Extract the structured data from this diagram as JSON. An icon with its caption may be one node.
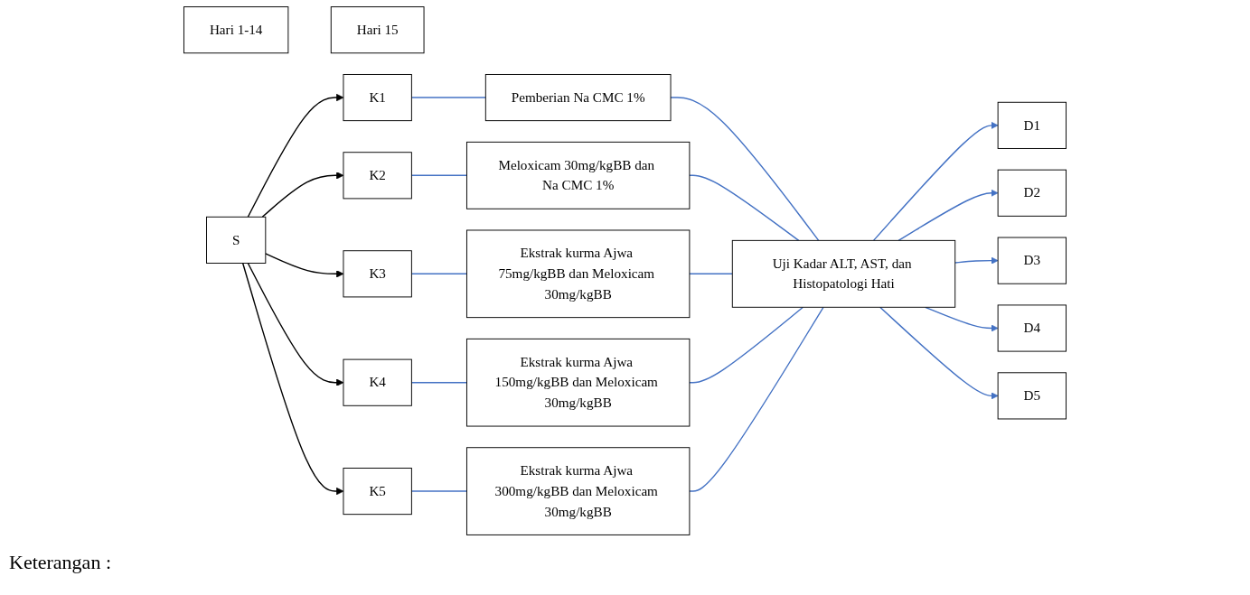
{
  "diagram": {
    "nodes": [
      {
        "text": [
          "Hari 1-14"
        ]
      },
      {
        "text": [
          "Hari 15"
        ]
      },
      {
        "text": [
          "S"
        ]
      },
      {
        "text": [
          "K1"
        ]
      },
      {
        "text": [
          "K2"
        ]
      },
      {
        "text": [
          "K3"
        ]
      },
      {
        "text": [
          "K4"
        ]
      },
      {
        "text": [
          "K5"
        ]
      },
      {
        "text": [
          "Pemberian Na CMC 1%"
        ]
      },
      {
        "text": [
          "Meloxicam 30mg/kgBB dan Na CMC 1%"
        ]
      },
      {
        "text": [
          "Ekstrak kurma Ajwa 75mg/kgBB dan Meloxicam 30mg/kgBB"
        ]
      },
      {
        "text": [
          "Ekstrak kurma Ajwa 150mg/kgBB dan Meloxicam 30mg/kgBB"
        ]
      },
      {
        "text": [
          "Ekstrak kurma Ajwa 300mg/kgBB dan Meloxicam 30mg/kgBB"
        ]
      },
      {
        "text": [
          "Uji Kadar ALT, AST, dan Histopatologi Hati"
        ]
      },
      {
        "text": [
          "D1"
        ]
      },
      {
        "text": [
          "D2"
        ]
      },
      {
        "text": [
          "D3"
        ]
      },
      {
        "text": [
          "D4"
        ]
      },
      {
        "text": [
          "D5"
        ]
      }
    ],
    "edges": [
      {
        "from": 2,
        "to": 3,
        "arrow": "to",
        "color": "#000000"
      },
      {
        "from": 2,
        "to": 4,
        "arrow": "to",
        "color": "#000000"
      },
      {
        "from": 2,
        "to": 5,
        "arrow": "to",
        "color": "#000000"
      },
      {
        "from": 2,
        "to": 6,
        "arrow": "to",
        "color": "#000000"
      },
      {
        "from": 2,
        "to": 7,
        "arrow": "to",
        "color": "#000000"
      },
      {
        "from": 3,
        "to": 8,
        "arrow": "none"
      },
      {
        "from": 4,
        "to": 9,
        "arrow": "none"
      },
      {
        "from": 5,
        "to": 10,
        "arrow": "none"
      },
      {
        "from": 6,
        "to": 11,
        "arrow": "none"
      },
      {
        "from": 7,
        "to": 12,
        "arrow": "none"
      },
      {
        "from": 8,
        "to": 13,
        "arrow": "none"
      },
      {
        "from": 9,
        "to": 13,
        "arrow": "none"
      },
      {
        "from": 10,
        "to": 13,
        "arrow": "none"
      },
      {
        "from": 11,
        "to": 13,
        "arrow": "none"
      },
      {
        "from": 12,
        "to": 13,
        "arrow": "none"
      },
      {
        "from": 13,
        "to": 14,
        "arrow": "to"
      },
      {
        "from": 13,
        "to": 15,
        "arrow": "to"
      },
      {
        "from": 13,
        "to": 16,
        "arrow": "to"
      },
      {
        "from": 13,
        "to": 17,
        "arrow": "to"
      },
      {
        "from": 13,
        "to": 18,
        "arrow": "to"
      }
    ],
    "labels": [
      "Keterangan :"
    ]
  }
}
